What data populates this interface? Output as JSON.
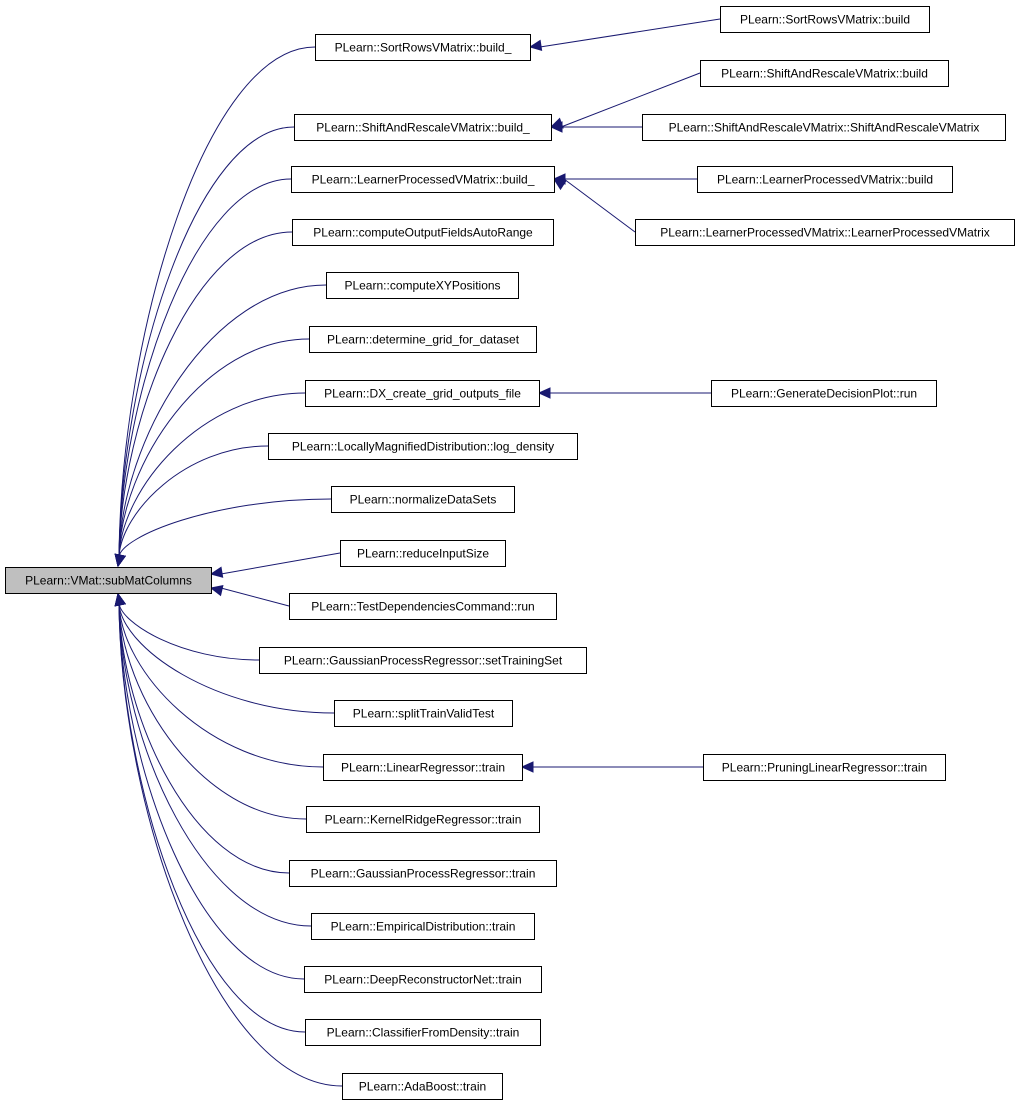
{
  "diagram": {
    "type": "caller-graph",
    "colors": {
      "edge": "#191970",
      "root_fill": "#bfbfbf",
      "node_fill": "#ffffff",
      "node_border": "#000000"
    },
    "nodes": [
      {
        "id": "root",
        "label": "PLearn::VMat::subMatColumns",
        "root": true
      },
      {
        "id": "n1",
        "label": "PLearn::SortRowsVMatrix::build_"
      },
      {
        "id": "n2",
        "label": "PLearn::ShiftAndRescaleVMatrix::build_"
      },
      {
        "id": "n3",
        "label": "PLearn::LearnerProcessedVMatrix::build_"
      },
      {
        "id": "n4",
        "label": "PLearn::computeOutputFieldsAutoRange"
      },
      {
        "id": "n5",
        "label": "PLearn::computeXYPositions"
      },
      {
        "id": "n6",
        "label": "PLearn::determine_grid_for_dataset"
      },
      {
        "id": "n7",
        "label": "PLearn::DX_create_grid_outputs_file"
      },
      {
        "id": "n8",
        "label": "PLearn::LocallyMagnifiedDistribution::log_density"
      },
      {
        "id": "n9",
        "label": "PLearn::normalizeDataSets"
      },
      {
        "id": "n10",
        "label": "PLearn::reduceInputSize"
      },
      {
        "id": "n11",
        "label": "PLearn::TestDependenciesCommand::run"
      },
      {
        "id": "n12",
        "label": "PLearn::GaussianProcessRegressor::setTrainingSet"
      },
      {
        "id": "n13",
        "label": "PLearn::splitTrainValidTest"
      },
      {
        "id": "n14",
        "label": "PLearn::LinearRegressor::train"
      },
      {
        "id": "n15",
        "label": "PLearn::KernelRidgeRegressor::train"
      },
      {
        "id": "n16",
        "label": "PLearn::GaussianProcessRegressor::train"
      },
      {
        "id": "n17",
        "label": "PLearn::EmpiricalDistribution::train"
      },
      {
        "id": "n18",
        "label": "PLearn::DeepReconstructorNet::train"
      },
      {
        "id": "n19",
        "label": "PLearn::ClassifierFromDensity::train"
      },
      {
        "id": "n20",
        "label": "PLearn::AdaBoost::train"
      },
      {
        "id": "m1",
        "label": "PLearn::SortRowsVMatrix::build"
      },
      {
        "id": "m2",
        "label": "PLearn::ShiftAndRescaleVMatrix::build"
      },
      {
        "id": "m3",
        "label": "PLearn::ShiftAndRescaleVMatrix::ShiftAndRescaleVMatrix"
      },
      {
        "id": "m4",
        "label": "PLearn::LearnerProcessedVMatrix::build"
      },
      {
        "id": "m5",
        "label": "PLearn::LearnerProcessedVMatrix::LearnerProcessedVMatrix"
      },
      {
        "id": "m6",
        "label": "PLearn::GenerateDecisionPlot::run"
      },
      {
        "id": "m7",
        "label": "PLearn::PruningLinearRegressor::train"
      }
    ],
    "edges": [
      {
        "from": "n1",
        "to": "root"
      },
      {
        "from": "n2",
        "to": "root"
      },
      {
        "from": "n3",
        "to": "root"
      },
      {
        "from": "n4",
        "to": "root"
      },
      {
        "from": "n5",
        "to": "root"
      },
      {
        "from": "n6",
        "to": "root"
      },
      {
        "from": "n7",
        "to": "root"
      },
      {
        "from": "n8",
        "to": "root"
      },
      {
        "from": "n9",
        "to": "root"
      },
      {
        "from": "n10",
        "to": "root"
      },
      {
        "from": "n11",
        "to": "root"
      },
      {
        "from": "n12",
        "to": "root"
      },
      {
        "from": "n13",
        "to": "root"
      },
      {
        "from": "n14",
        "to": "root"
      },
      {
        "from": "n15",
        "to": "root"
      },
      {
        "from": "n16",
        "to": "root"
      },
      {
        "from": "n17",
        "to": "root"
      },
      {
        "from": "n18",
        "to": "root"
      },
      {
        "from": "n19",
        "to": "root"
      },
      {
        "from": "n20",
        "to": "root"
      },
      {
        "from": "m1",
        "to": "n1"
      },
      {
        "from": "m2",
        "to": "n2"
      },
      {
        "from": "m3",
        "to": "n2"
      },
      {
        "from": "m4",
        "to": "n3"
      },
      {
        "from": "m5",
        "to": "n3"
      },
      {
        "from": "m6",
        "to": "n7"
      },
      {
        "from": "m7",
        "to": "n14"
      }
    ]
  }
}
